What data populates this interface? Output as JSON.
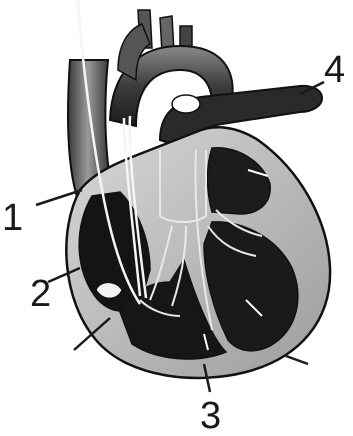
{
  "diagram": {
    "subject": "heart-cross-section",
    "labels": [
      {
        "id": "1",
        "text": "1"
      },
      {
        "id": "2",
        "text": "2"
      },
      {
        "id": "3",
        "text": "3"
      },
      {
        "id": "4",
        "text": "4"
      }
    ]
  }
}
